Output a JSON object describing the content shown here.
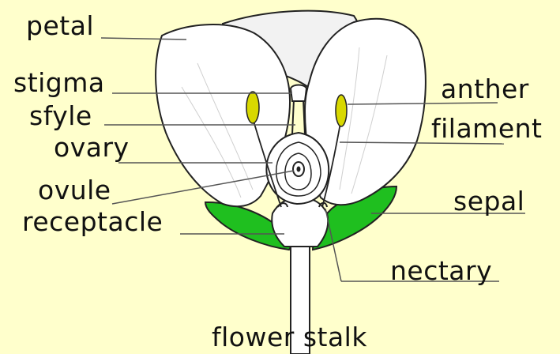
{
  "labels": {
    "petal": "petal",
    "stigma": "stigma",
    "style": "sfyle",
    "ovary": "ovary",
    "ovule": "ovule",
    "receptacle": "receptacle",
    "anther": "anther",
    "filament": "filament",
    "sepal": "sepal",
    "nectary": "nectary",
    "flower_stalk": "flower stalk"
  },
  "colors": {
    "background": "#ffffcc",
    "petal_fill": "#ffffff",
    "sepal_fill": "#1fbf1f",
    "anther_fill": "#d8d800",
    "outline": "#222222"
  }
}
